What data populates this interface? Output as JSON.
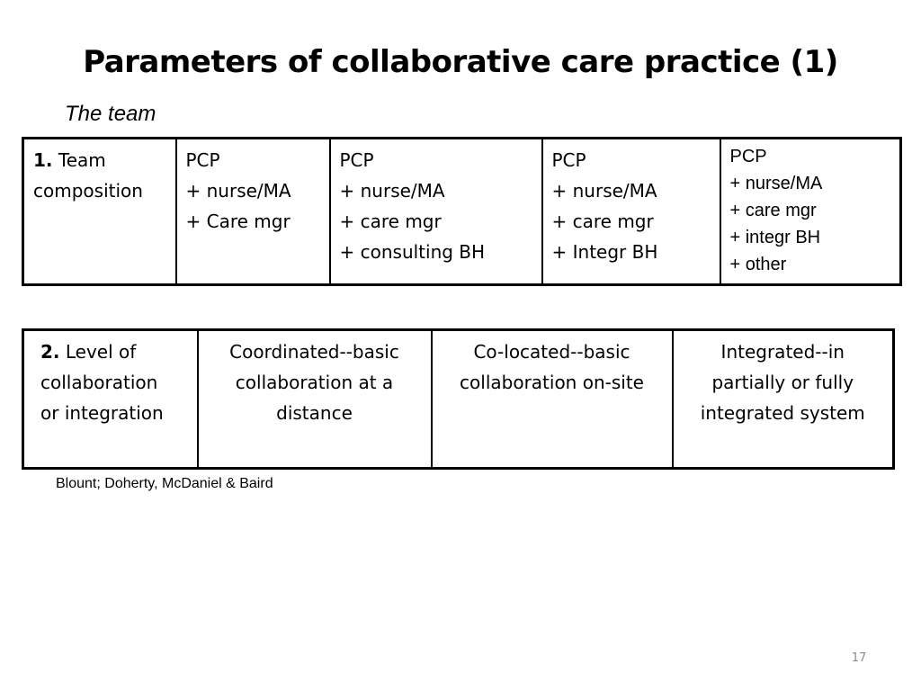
{
  "slide": {
    "title": "Parameters of collaborative care practice (1)",
    "subtitle": "The team",
    "citation": "Blount; Doherty, McDaniel & Baird",
    "page_number": "17"
  },
  "team_table": {
    "header_number": "1.",
    "header_label": " Team\ncomposition",
    "cells": [
      "PCP\n+ nurse/MA\n+ Care mgr",
      "PCP\n+ nurse/MA\n+ care mgr\n+ consulting BH",
      "PCP\n+ nurse/MA\n+ care mgr\n+ Integr BH",
      "PCP\n+ nurse/MA\n+ care mgr\n+ integr BH\n+ other"
    ]
  },
  "level_table": {
    "header_number": "2.",
    "header_label": " Level of\ncollaboration\nor integration",
    "cells": [
      "Coordinated--basic\ncollaboration at a\ndistance",
      "Co-located--basic\ncollaboration on-site",
      "Integrated--in\npartially or fully\nintegrated system"
    ]
  }
}
